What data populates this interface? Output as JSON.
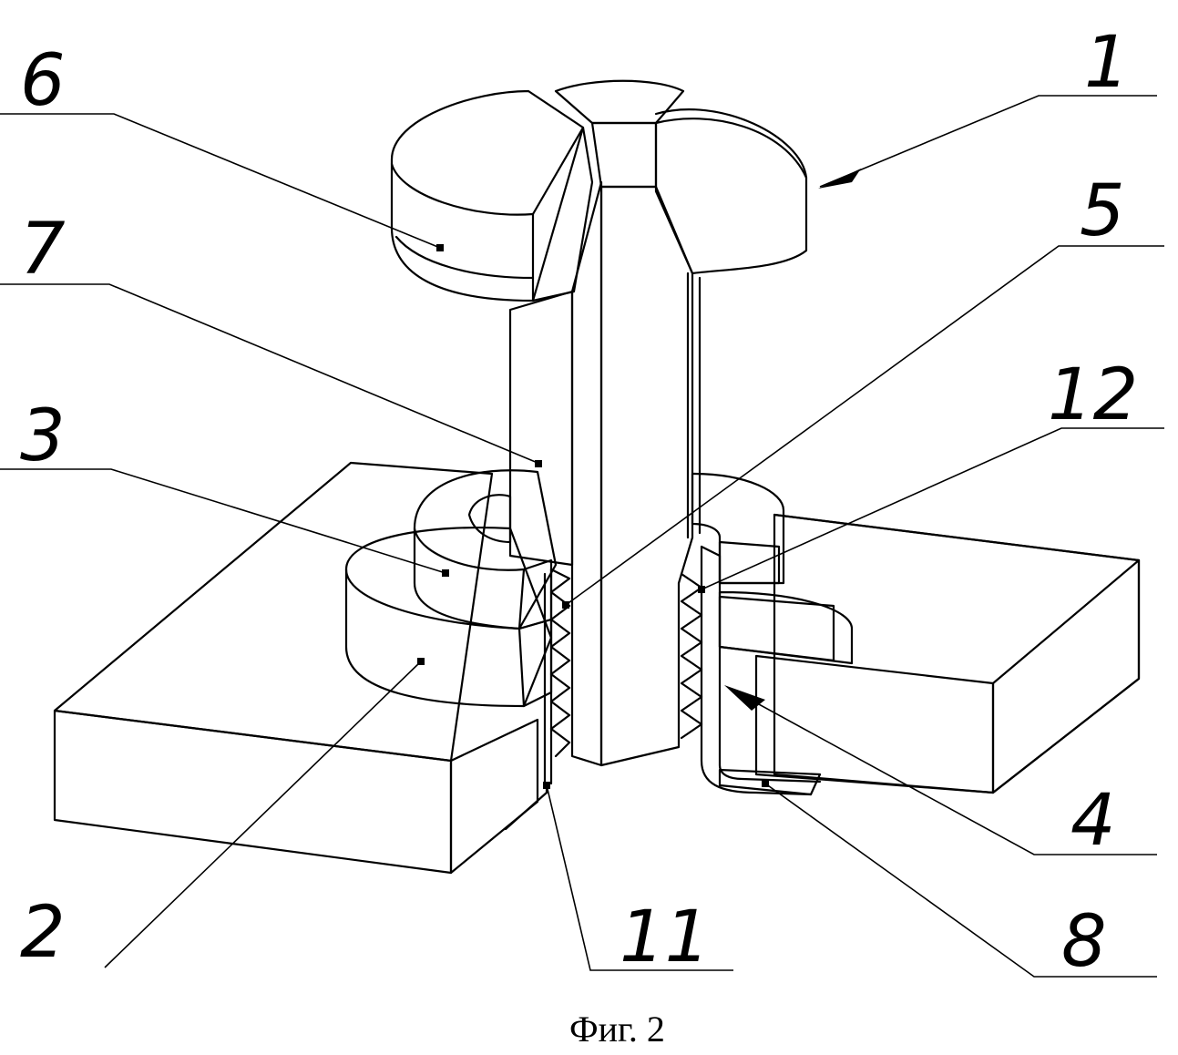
{
  "labels": [
    {
      "id": "6",
      "text": "6"
    },
    {
      "id": "1",
      "text": "1"
    },
    {
      "id": "7",
      "text": "7"
    },
    {
      "id": "5",
      "text": "5"
    },
    {
      "id": "3",
      "text": "3"
    },
    {
      "id": "12",
      "text": "12"
    },
    {
      "id": "4",
      "text": "4"
    },
    {
      "id": "2",
      "text": "2"
    },
    {
      "id": "11",
      "text": "11"
    },
    {
      "id": "8",
      "text": "8"
    }
  ],
  "caption": "Фиг. 2",
  "colors": {
    "ink": "#000000",
    "paper": "#ffffff"
  }
}
